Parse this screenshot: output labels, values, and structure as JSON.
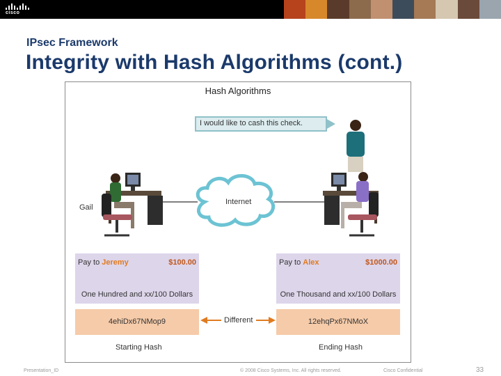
{
  "header": {
    "logo_text": "cisco"
  },
  "slide": {
    "subtitle": "IPsec Framework",
    "title": "Integrity with Hash Algorithms (cont.)"
  },
  "figure": {
    "title": "Hash Algorithms",
    "speech": "I would like to cash this check.",
    "left_person": "Gail",
    "cloud": "Internet",
    "comparison": "Different",
    "left_check": {
      "pay_to_label": "Pay to",
      "payee": "Jeremy",
      "amount": "$100.00",
      "amount_words": "One Hundred and xx/100 Dollars",
      "hash": "4ehiDx67NMop9",
      "caption": "Starting Hash"
    },
    "right_check": {
      "pay_to_label": "Pay to",
      "payee": "Alex",
      "amount": "$1000.00",
      "amount_words": "One Thousand and xx/100 Dollars",
      "hash": "12ehqPx67NMoX",
      "caption": "Ending Hash"
    }
  },
  "footer": {
    "left": "Presentation_ID",
    "center": "© 2008 Cisco Systems, Inc. All rights reserved.",
    "confidential": "Cisco Confidential",
    "page": "33"
  },
  "colors": {
    "title": "#1b3a6b",
    "check_top": "#ddd5ea",
    "hash_band": "#f6cba9",
    "payee": "#e07b20",
    "arrow": "#e07b20"
  }
}
